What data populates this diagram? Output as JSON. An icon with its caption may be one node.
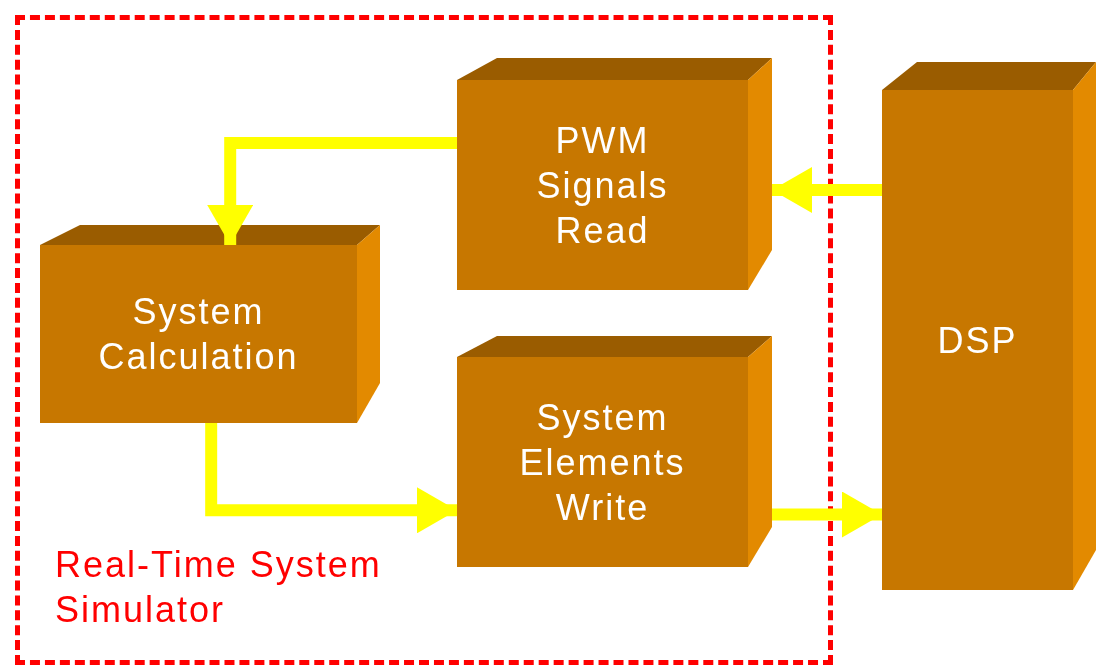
{
  "diagram": {
    "nodes": [
      {
        "text": [
          "Real-Time System Simulator"
        ]
      },
      {
        "text": [
          "PWM Signals Read"
        ],
        "in": 0
      },
      {
        "text": [
          "System Calculation"
        ],
        "in": 0
      },
      {
        "text": [
          "System Elements Write"
        ],
        "in": 0
      },
      {
        "text": [
          "DSP"
        ]
      }
    ],
    "edges": [
      {
        "from": 4,
        "to": 1,
        "arrow": "to"
      },
      {
        "from": 1,
        "to": 2,
        "arrow": "to"
      },
      {
        "from": 2,
        "to": 3,
        "arrow": "to"
      },
      {
        "from": 3,
        "to": 4,
        "arrow": "to"
      }
    ]
  }
}
